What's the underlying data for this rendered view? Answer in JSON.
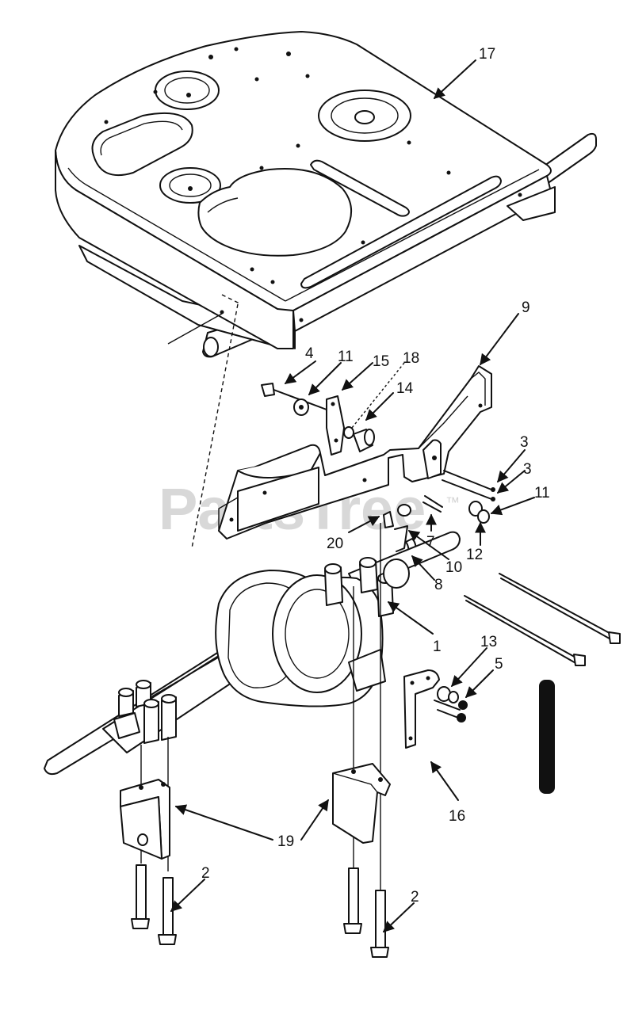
{
  "watermark": {
    "text": "PartsTree",
    "trademark": "™"
  },
  "callouts": [
    {
      "id": "17",
      "label": "17"
    },
    {
      "id": "9",
      "label": "9"
    },
    {
      "id": "4",
      "label": "4"
    },
    {
      "id": "11a",
      "label": "11"
    },
    {
      "id": "15",
      "label": "15"
    },
    {
      "id": "18",
      "label": "18"
    },
    {
      "id": "14",
      "label": "14"
    },
    {
      "id": "3a",
      "label": "3"
    },
    {
      "id": "3b",
      "label": "3"
    },
    {
      "id": "11b",
      "label": "11"
    },
    {
      "id": "12",
      "label": "12"
    },
    {
      "id": "7",
      "label": "7"
    },
    {
      "id": "20",
      "label": "20"
    },
    {
      "id": "10",
      "label": "10"
    },
    {
      "id": "8",
      "label": "8"
    },
    {
      "id": "1",
      "label": "1"
    },
    {
      "id": "13",
      "label": "13"
    },
    {
      "id": "5",
      "label": "5"
    },
    {
      "id": "16",
      "label": "16"
    },
    {
      "id": "19",
      "label": "19"
    },
    {
      "id": "2a",
      "label": "2"
    },
    {
      "id": "2b",
      "label": "2"
    }
  ]
}
